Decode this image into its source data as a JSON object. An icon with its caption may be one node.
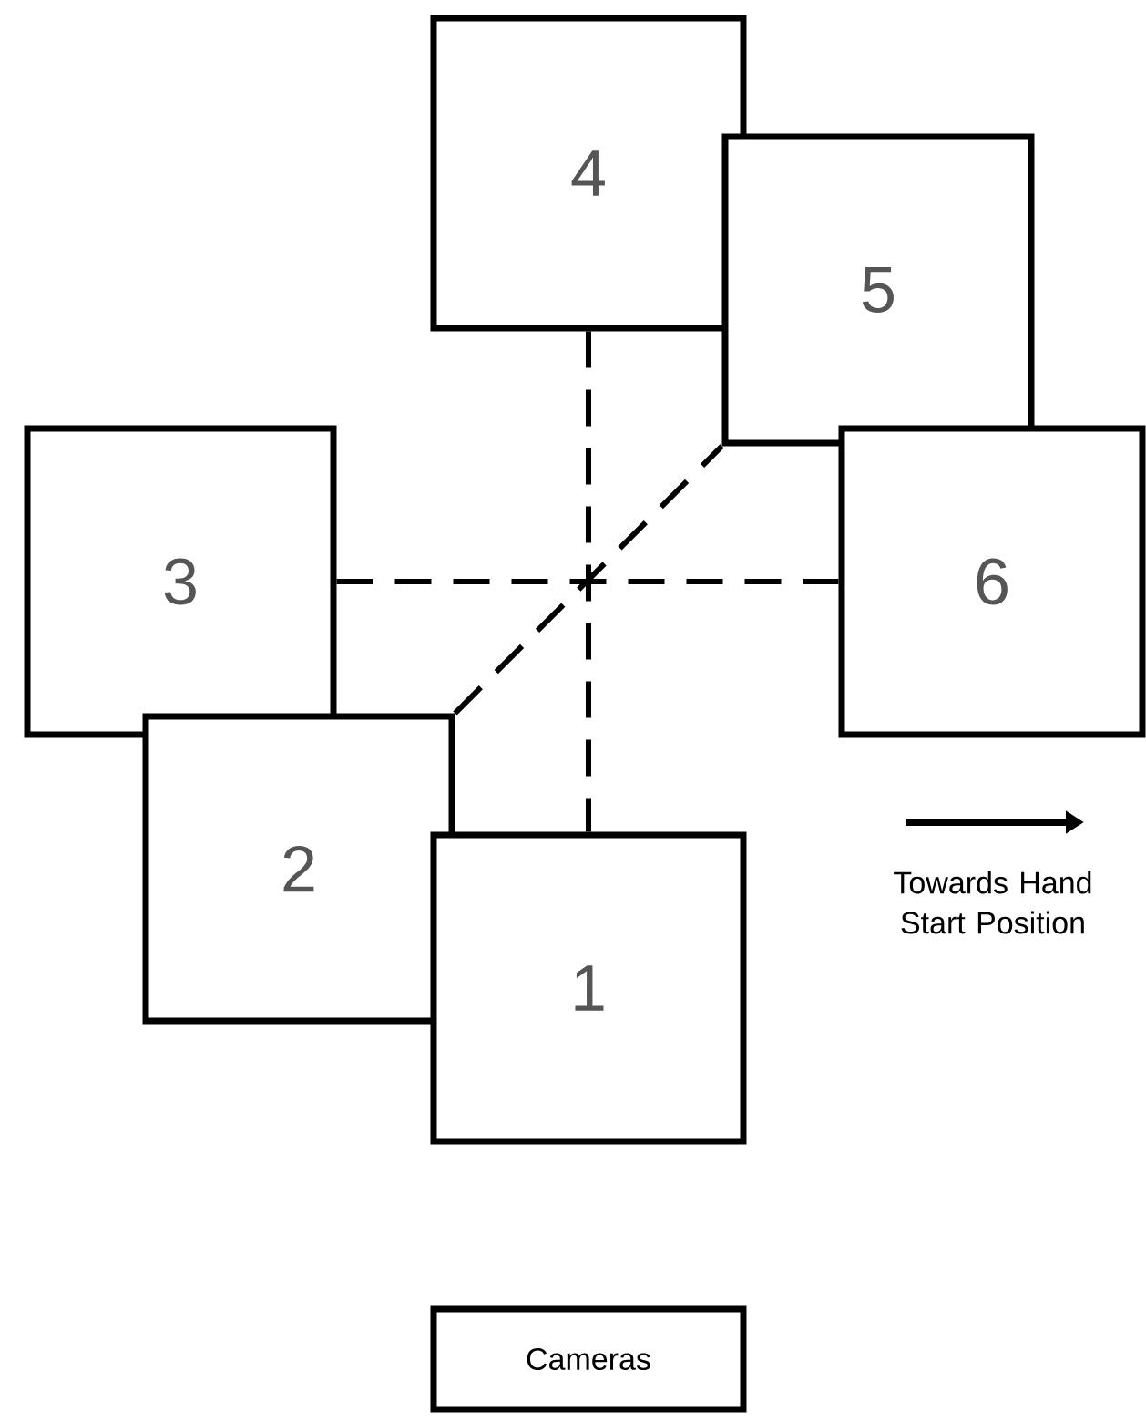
{
  "diagram": {
    "nodes": [
      {
        "text": [
          "4"
        ]
      },
      {
        "text": [
          "5"
        ]
      },
      {
        "text": [
          "3"
        ]
      },
      {
        "text": [
          "6"
        ]
      },
      {
        "text": [
          "2"
        ]
      },
      {
        "text": [
          "1"
        ]
      },
      {
        "text": [
          "Cameras"
        ]
      }
    ],
    "edges": [
      {
        "from": 0,
        "to": 5,
        "arrow": "none",
        "style": "dashed"
      },
      {
        "from": 2,
        "to": 3,
        "arrow": "none",
        "style": "dashed"
      },
      {
        "from": 4,
        "to": 1,
        "arrow": "none",
        "style": "dashed"
      }
    ],
    "labels": [
      "Towards Hand Start Position"
    ]
  }
}
